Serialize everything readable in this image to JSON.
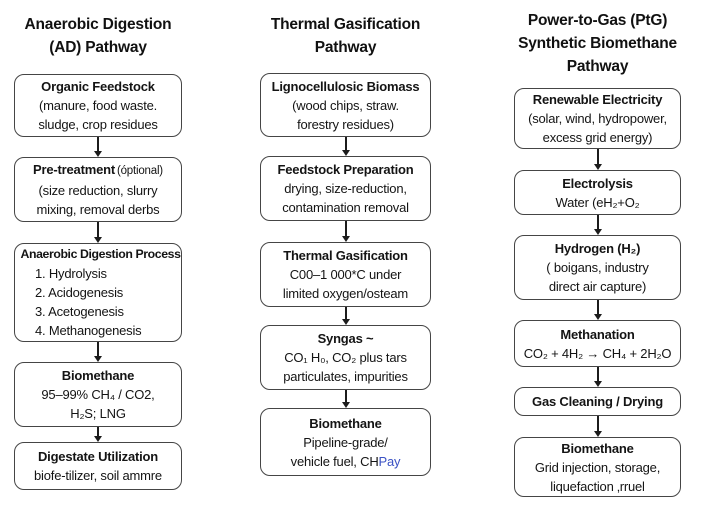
{
  "colors": {
    "background": "#ffffff",
    "text": "#141414",
    "box_border": "#454545",
    "arrow": "#1c1c1c",
    "link_blue": "#3b52c4"
  },
  "columns": [
    {
      "title_lines": [
        "Anaerobic Digestion",
        "(AD) Pathway"
      ],
      "boxes": [
        {
          "title": "Organic Feedstock",
          "lines": [
            "(manure, food waste.",
            "sludge, crop residues"
          ]
        },
        {
          "title": "Pre-treatment",
          "title_suffix": "(óptional)",
          "lines": [
            "(size reduction, slurry",
            "mixing, removal derbs"
          ]
        },
        {
          "title": "Anaerobic Digestion Process",
          "lines": [
            "1. Hydrolysis",
            "2. Acidogenesis",
            "3. Acetogenesis",
            "4. Methanogenesis"
          ]
        },
        {
          "title": "Biomethane",
          "lines": [
            "95–99% CH₄ / CO2,",
            "H₂S; LNG"
          ]
        },
        {
          "title": "Digestate Utilization",
          "lines": [
            "biofe-tilizer, soil ammre"
          ]
        }
      ]
    },
    {
      "title_lines": [
        "Thermal Gasification",
        "Pathway"
      ],
      "boxes": [
        {
          "title": "Lignocellulosic Biomass",
          "lines": [
            "(wood chips, straw.",
            "forestry residues)"
          ]
        },
        {
          "title": "Feedstock Preparation",
          "lines": [
            "drying, size-reduction,",
            "contamination removal"
          ]
        },
        {
          "title": "Thermal Gasification",
          "lines": [
            "C00–1 000*C under",
            "limited oxygen/osteam"
          ]
        },
        {
          "title": "Syngas ~",
          "lines": [
            "CO₁ H₀, CO₂ plus tars",
            "particulates, impurities"
          ]
        },
        {
          "title": "Biomethane",
          "lines": [
            "Pipeline-grade/"
          ],
          "link_prefix": "vehicle fuel, CH",
          "link_text": "Pay"
        }
      ]
    },
    {
      "title_lines": [
        "Power-to-Gas (PtG)",
        "Synthetic Biomethane",
        "Pathway"
      ],
      "boxes": [
        {
          "title": "Renewable Electricity",
          "lines": [
            "(solar, wind, hydropower,",
            "excess grid energy)"
          ]
        },
        {
          "title": "Electrolysis",
          "lines": [
            "Water (eH₂+O₂"
          ]
        },
        {
          "title": "Hydrogen (H₂)",
          "lines": [
            "( boigans, industry",
            "direct air capture)"
          ]
        },
        {
          "title": "Methanation",
          "lines": [
            "CO₂ + 4H₂ → CH₄ + 2H₂O"
          ]
        },
        {
          "title": "Gas Cleaning / Drying",
          "lines": []
        },
        {
          "title": "Biomethane",
          "lines": [
            "Grid injection, storage,",
            "liquefaction ‚rruel"
          ]
        }
      ]
    }
  ]
}
